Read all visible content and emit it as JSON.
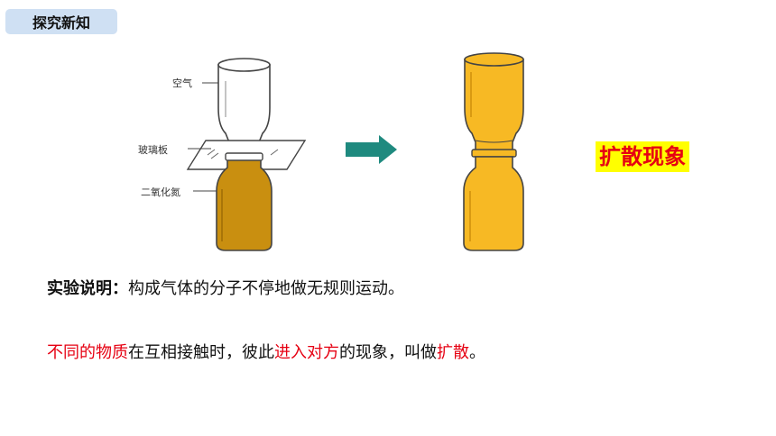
{
  "header": {
    "title": "探究新知"
  },
  "diagram": {
    "label_air": "空气",
    "label_glass": "玻璃板",
    "label_no2": "二氧化氮",
    "badge": "扩散现象",
    "colors": {
      "gas": "#c98f10",
      "mixed": "#f7b924",
      "arrow": "#1f8a7f"
    }
  },
  "explanation": {
    "label": "实验说明：",
    "text": "构成气体的分子不停地做无规则运动。"
  },
  "definition": {
    "part1": "不同的物质",
    "part2": "在互相接触时，彼此",
    "part3": "进入对方",
    "part4": "的现象，叫做",
    "part5": "扩散",
    "part6": "。"
  }
}
